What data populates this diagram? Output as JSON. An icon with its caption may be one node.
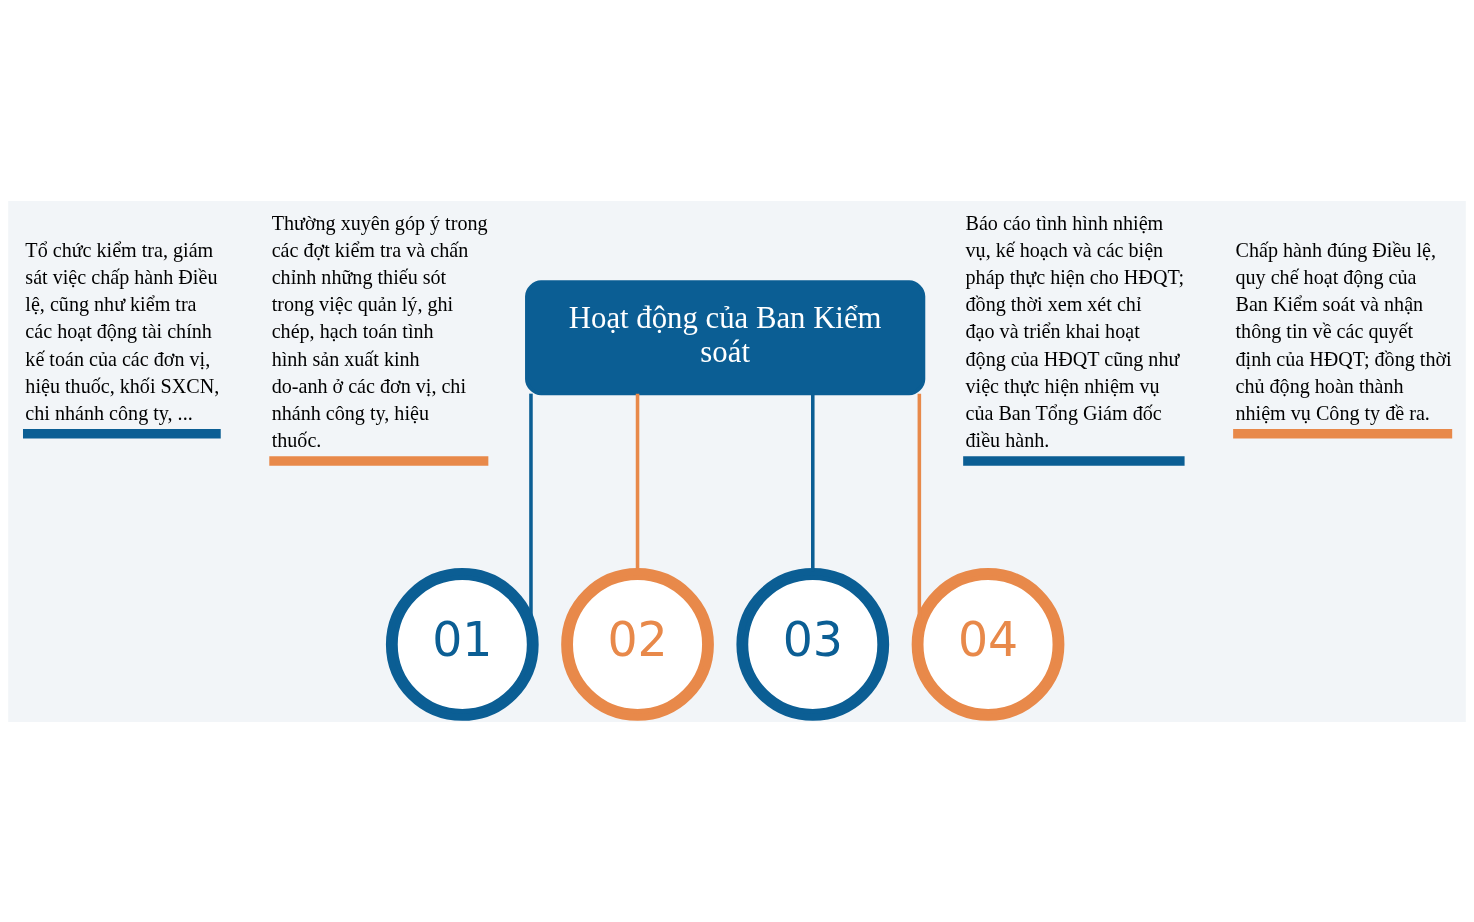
{
  "diagram": {
    "nodes": [
      {
        "text": [
          "Hoạt động của Ban Kiểm soát"
        ]
      },
      {
        "text": [
          "01"
        ]
      },
      {
        "text": [
          "02"
        ]
      },
      {
        "text": [
          "03"
        ]
      },
      {
        "text": [
          "04"
        ]
      }
    ],
    "edges": [
      {
        "from": 0,
        "to": 1,
        "arrow": "none",
        "color": "#0b5e94"
      },
      {
        "from": 0,
        "to": 2,
        "arrow": "none",
        "color": "#e8894a"
      },
      {
        "from": 0,
        "to": 3,
        "arrow": "none",
        "color": "#0b5e94"
      },
      {
        "from": 0,
        "to": 4,
        "arrow": "none",
        "color": "#e8894a"
      }
    ],
    "labels": [
      "Tổ chức kiểm tra, giám sát việc chấp hành Điều lệ, cũng như kiểm tra các hoạt động tài chính kế toán của các đơn vị, hiệu thuốc, khối SXCN, chi nhánh công ty, ...",
      "Thường xuyên góp ý trong các đợt kiểm tra và chấn chỉnh những thiếu sót trong việc quản lý, ghi chép, hạch toán tình hình sản xuất kinh do-anh ở các đơn vị, chi nhánh công ty, hiệu thuốc.",
      "Báo cáo tình hình nhiệm vụ, kế hoạch và các biện pháp thực hiện cho HĐQT; đồng thời xem xét chỉ đạo và triển khai hoạt động của HĐQT cũng như việc thực hiện nhiệm vụ của Ban Tổng Giám đốc điều hành.",
      "Chấp hành đúng Điều lệ, quy chế hoạt động của Ban Kiểm soát và nhận thông tin về các quyết định của HĐQT; đồng thời chủ động hoàn thành nhiệm vụ Công ty đề ra."
    ]
  }
}
